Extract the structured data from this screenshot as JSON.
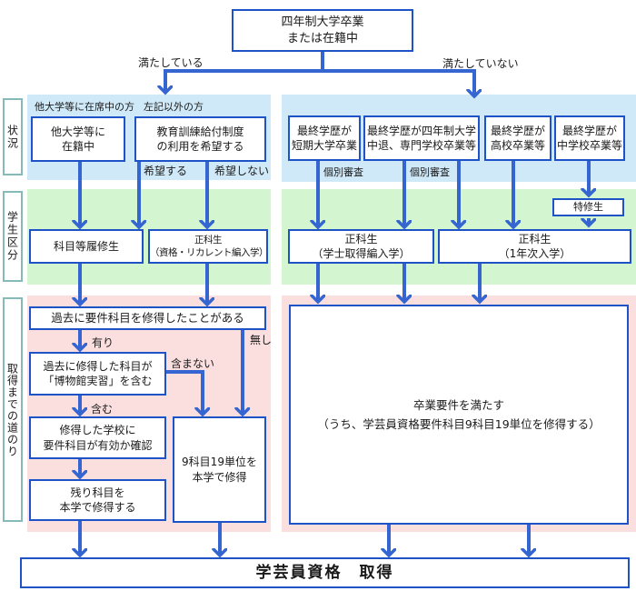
{
  "top_box": "四年制大学卒業\nまたは在籍中",
  "branches": {
    "met": "満たしている",
    "not_met": "満たしていない"
  },
  "sidebar": {
    "status": "状況",
    "category": "学生区分",
    "path": "取得までの道のり"
  },
  "status_left": {
    "note1": "他大学等に在席中の方",
    "box1": "他大学等に\n在籍中",
    "note2": "左記以外の方",
    "box2": "教育訓練給付制度\nの利用を希望する",
    "branch_yes": "希望する",
    "branch_no": "希望しない"
  },
  "status_right": {
    "box1": "最終学歴が\n短期大学卒業",
    "box2": "最終学歴が四年制大学\n中退、専門学校卒業等",
    "box3": "最終学歴が\n高校卒業等",
    "box4": "最終学歴が\n中学校卒業等",
    "screening1": "個別審査",
    "screening2": "個別審査"
  },
  "category_left": {
    "box1": "科目等履修生",
    "box2": "正科生\n（資格・リカレント編入学）"
  },
  "category_right": {
    "special": "特修生",
    "box1": "正科生\n（学士取得編入学）",
    "box2": "正科生\n（1年次入学）"
  },
  "path_left": {
    "box1": "過去に要件科目を修得したことがある",
    "yes": "有り",
    "no": "無し",
    "box2": "過去に修得した科目が\n「博物館実習」を含む",
    "includes": "含む",
    "not_includes": "含まない",
    "box3": "修得した学校に\n要件科目が有効か確認",
    "box4": "残り科目を\n本学で修得する",
    "box5": "9科目19単位を\n本学で修得"
  },
  "path_right": {
    "box1": "卒業要件を満たす\n（うち、学芸員資格要件科目9科目19単位を修得する）"
  },
  "final_box": "学芸員資格　取得",
  "colors": {
    "band_blue": "#cfe9f8",
    "band_green": "#d3f5cf",
    "band_pink": "#fbdfdf",
    "box_border": "#1d53c6",
    "arrow": "#3465d1",
    "sidebar_border": "#85bab8",
    "box_bg": "#ffffff",
    "text": "#1a1a1a"
  }
}
